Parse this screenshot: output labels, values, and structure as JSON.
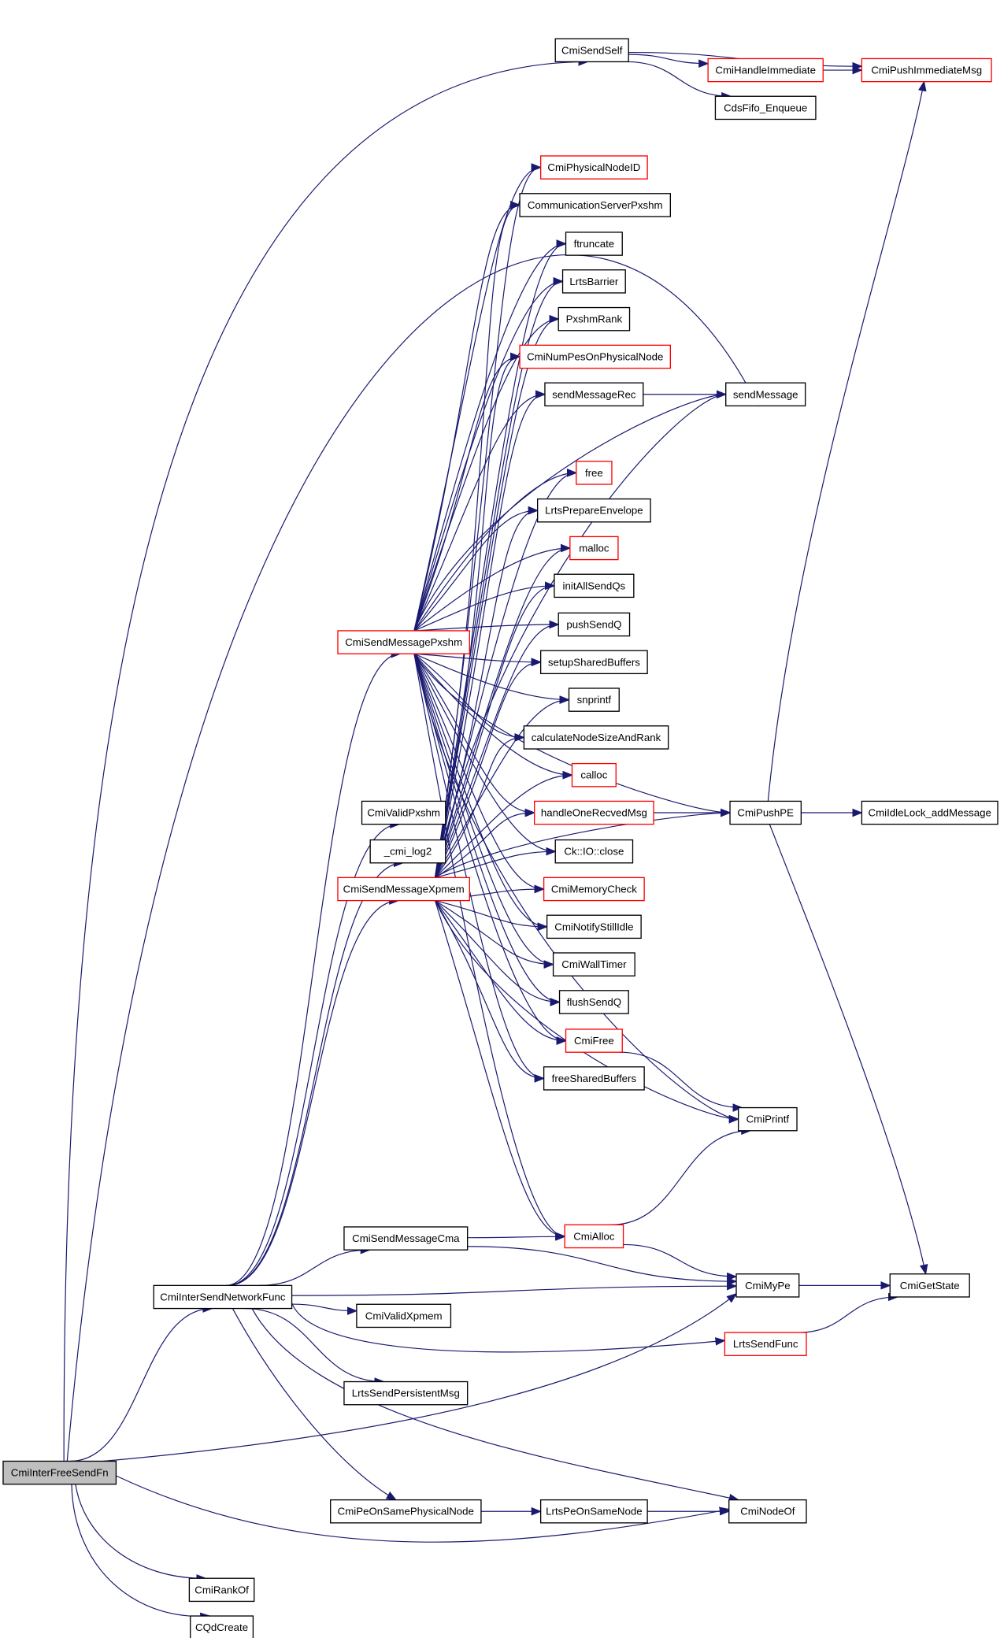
{
  "graph": {
    "title": "Call graph of CmiInterFreeSendFn",
    "edge_color": "#191970",
    "highlight_border_color": "#ff0000",
    "root_fill": "#bfbfbf",
    "nodes": [
      {
        "id": "CmiInterFreeSendFn",
        "label": "CmiInterFreeSendFn",
        "root": true,
        "red": false
      },
      {
        "id": "CmiSendSelf",
        "label": "CmiSendSelf",
        "red": false
      },
      {
        "id": "CmiHandleImmediate",
        "label": "CmiHandleImmediate",
        "red": true
      },
      {
        "id": "CmiPushImmediateMsg",
        "label": "CmiPushImmediateMsg",
        "red": true
      },
      {
        "id": "CdsFifo_Enqueue",
        "label": "CdsFifo_Enqueue",
        "red": false
      },
      {
        "id": "CmiPhysicalNodeID",
        "label": "CmiPhysicalNodeID",
        "red": true
      },
      {
        "id": "CommunicationServerPxshm",
        "label": "CommunicationServerPxshm",
        "red": false
      },
      {
        "id": "ftruncate",
        "label": "ftruncate",
        "red": false
      },
      {
        "id": "LrtsBarrier",
        "label": "LrtsBarrier",
        "red": false
      },
      {
        "id": "PxshmRank",
        "label": "PxshmRank",
        "red": false
      },
      {
        "id": "CmiNumPesOnPhysicalNode",
        "label": "CmiNumPesOnPhysicalNode",
        "red": true
      },
      {
        "id": "sendMessageRec",
        "label": "sendMessageRec",
        "red": false
      },
      {
        "id": "sendMessage",
        "label": "sendMessage",
        "red": false
      },
      {
        "id": "free",
        "label": "free",
        "red": true
      },
      {
        "id": "LrtsPrepareEnvelope",
        "label": "LrtsPrepareEnvelope",
        "red": false
      },
      {
        "id": "malloc",
        "label": "malloc",
        "red": true
      },
      {
        "id": "initAllSendQs",
        "label": "initAllSendQs",
        "red": false
      },
      {
        "id": "pushSendQ",
        "label": "pushSendQ",
        "red": false
      },
      {
        "id": "setupSharedBuffers",
        "label": "setupSharedBuffers",
        "red": false
      },
      {
        "id": "snprintf",
        "label": "snprintf",
        "red": false
      },
      {
        "id": "calculateNodeSizeAndRank",
        "label": "calculateNodeSizeAndRank",
        "red": false
      },
      {
        "id": "calloc",
        "label": "calloc",
        "red": true
      },
      {
        "id": "handleOneRecvedMsg",
        "label": "handleOneRecvedMsg",
        "red": true
      },
      {
        "id": "CmiPushPE",
        "label": "CmiPushPE",
        "red": false
      },
      {
        "id": "CmiIdleLock_addMessage",
        "label": "CmiIdleLock_addMessage",
        "red": false
      },
      {
        "id": "CkIOclose",
        "label": "Ck::IO::close",
        "red": false
      },
      {
        "id": "CmiMemoryCheck",
        "label": "CmiMemoryCheck",
        "red": true
      },
      {
        "id": "CmiNotifyStillIdle",
        "label": "CmiNotifyStillIdle",
        "red": false
      },
      {
        "id": "CmiWallTimer",
        "label": "CmiWallTimer",
        "red": false
      },
      {
        "id": "flushSendQ",
        "label": "flushSendQ",
        "red": false
      },
      {
        "id": "CmiFree",
        "label": "CmiFree",
        "red": true
      },
      {
        "id": "freeSharedBuffers",
        "label": "freeSharedBuffers",
        "red": false
      },
      {
        "id": "CmiPrintf",
        "label": "CmiPrintf",
        "red": false
      },
      {
        "id": "CmiSendMessagePxshm",
        "label": "CmiSendMessagePxshm",
        "red": true
      },
      {
        "id": "CmiValidPxshm",
        "label": "CmiValidPxshm",
        "red": false
      },
      {
        "id": "cmi_log2",
        "label": "_cmi_log2",
        "red": false
      },
      {
        "id": "CmiSendMessageXpmem",
        "label": "CmiSendMessageXpmem",
        "red": true
      },
      {
        "id": "CmiSendMessageCma",
        "label": "CmiSendMessageCma",
        "red": false
      },
      {
        "id": "CmiAlloc",
        "label": "CmiAlloc",
        "red": true
      },
      {
        "id": "CmiMyPe",
        "label": "CmiMyPe",
        "red": false
      },
      {
        "id": "CmiGetState",
        "label": "CmiGetState",
        "red": false
      },
      {
        "id": "CmiInterSendNetworkFunc",
        "label": "CmiInterSendNetworkFunc",
        "red": false
      },
      {
        "id": "CmiValidXpmem",
        "label": "CmiValidXpmem",
        "red": false
      },
      {
        "id": "LrtsSendFunc",
        "label": "LrtsSendFunc",
        "red": true
      },
      {
        "id": "LrtsSendPersistentMsg",
        "label": "LrtsSendPersistentMsg",
        "red": false
      },
      {
        "id": "CmiPeOnSamePhysicalNode",
        "label": "CmiPeOnSamePhysicalNode",
        "red": false
      },
      {
        "id": "LrtsPeOnSameNode",
        "label": "LrtsPeOnSameNode",
        "red": false
      },
      {
        "id": "CmiNodeOf",
        "label": "CmiNodeOf",
        "red": false
      },
      {
        "id": "CmiRankOf",
        "label": "CmiRankOf",
        "red": false
      },
      {
        "id": "CQdCreate",
        "label": "CQdCreate",
        "red": false
      }
    ],
    "edges": [
      [
        "CmiInterFreeSendFn",
        "CmiSendSelf"
      ],
      [
        "CmiSendSelf",
        "CmiHandleImmediate"
      ],
      [
        "CmiSendSelf",
        "CmiPushImmediateMsg"
      ],
      [
        "CmiSendSelf",
        "CdsFifo_Enqueue"
      ],
      [
        "CmiHandleImmediate",
        "CmiPushImmediateMsg"
      ],
      [
        "CmiInterFreeSendFn",
        "CmiInterSendNetworkFunc"
      ],
      [
        "CmiInterFreeSendFn",
        "CmiMyPe"
      ],
      [
        "CmiInterFreeSendFn",
        "CmiNodeOf"
      ],
      [
        "CmiInterFreeSendFn",
        "CmiRankOf"
      ],
      [
        "CmiInterFreeSendFn",
        "CQdCreate"
      ],
      [
        "CmiInterFreeSendFn",
        "sendMessage"
      ],
      [
        "CmiInterSendNetworkFunc",
        "CmiSendMessagePxshm"
      ],
      [
        "CmiInterSendNetworkFunc",
        "CmiValidPxshm"
      ],
      [
        "CmiInterSendNetworkFunc",
        "cmi_log2"
      ],
      [
        "CmiInterSendNetworkFunc",
        "CmiSendMessageXpmem"
      ],
      [
        "CmiInterSendNetworkFunc",
        "CmiSendMessageCma"
      ],
      [
        "CmiInterSendNetworkFunc",
        "CmiMyPe"
      ],
      [
        "CmiInterSendNetworkFunc",
        "CmiValidXpmem"
      ],
      [
        "CmiInterSendNetworkFunc",
        "LrtsSendFunc"
      ],
      [
        "CmiInterSendNetworkFunc",
        "LrtsSendPersistentMsg"
      ],
      [
        "CmiInterSendNetworkFunc",
        "CmiPeOnSamePhysicalNode"
      ],
      [
        "CmiInterSendNetworkFunc",
        "CmiNodeOf"
      ],
      [
        "CmiSendMessageCma",
        "CmiAlloc"
      ],
      [
        "CmiSendMessageCma",
        "CmiMyPe"
      ],
      [
        "CmiAlloc",
        "CmiMyPe"
      ],
      [
        "CmiAlloc",
        "CmiPrintf"
      ],
      [
        "CmiMyPe",
        "CmiGetState"
      ],
      [
        "LrtsSendFunc",
        "CmiGetState"
      ],
      [
        "CmiPeOnSamePhysicalNode",
        "LrtsPeOnSameNode"
      ],
      [
        "LrtsPeOnSameNode",
        "CmiNodeOf"
      ],
      [
        "sendMessageRec",
        "sendMessage"
      ],
      [
        "handleOneRecvedMsg",
        "CmiPushPE"
      ],
      [
        "CmiPushPE",
        "CmiIdleLock_addMessage"
      ],
      [
        "CmiPushPE",
        "CmiPushImmediateMsg"
      ],
      [
        "CmiPushPE",
        "CmiGetState"
      ],
      [
        "CmiFree",
        "CmiPrintf"
      ]
    ],
    "fan_targets": [
      "CmiPhysicalNodeID",
      "CommunicationServerPxshm",
      "ftruncate",
      "LrtsBarrier",
      "PxshmRank",
      "CmiNumPesOnPhysicalNode",
      "sendMessageRec",
      "free",
      "LrtsPrepareEnvelope",
      "malloc",
      "initAllSendQs",
      "pushSendQ",
      "setupSharedBuffers",
      "snprintf",
      "calculateNodeSizeAndRank",
      "calloc",
      "handleOneRecvedMsg",
      "CkIOclose",
      "CmiMemoryCheck",
      "CmiNotifyStillIdle",
      "CmiWallTimer",
      "flushSendQ",
      "CmiFree",
      "freeSharedBuffers",
      "CmiAlloc",
      "CmiPrintf",
      "CmiPushPE",
      "sendMessage"
    ]
  }
}
